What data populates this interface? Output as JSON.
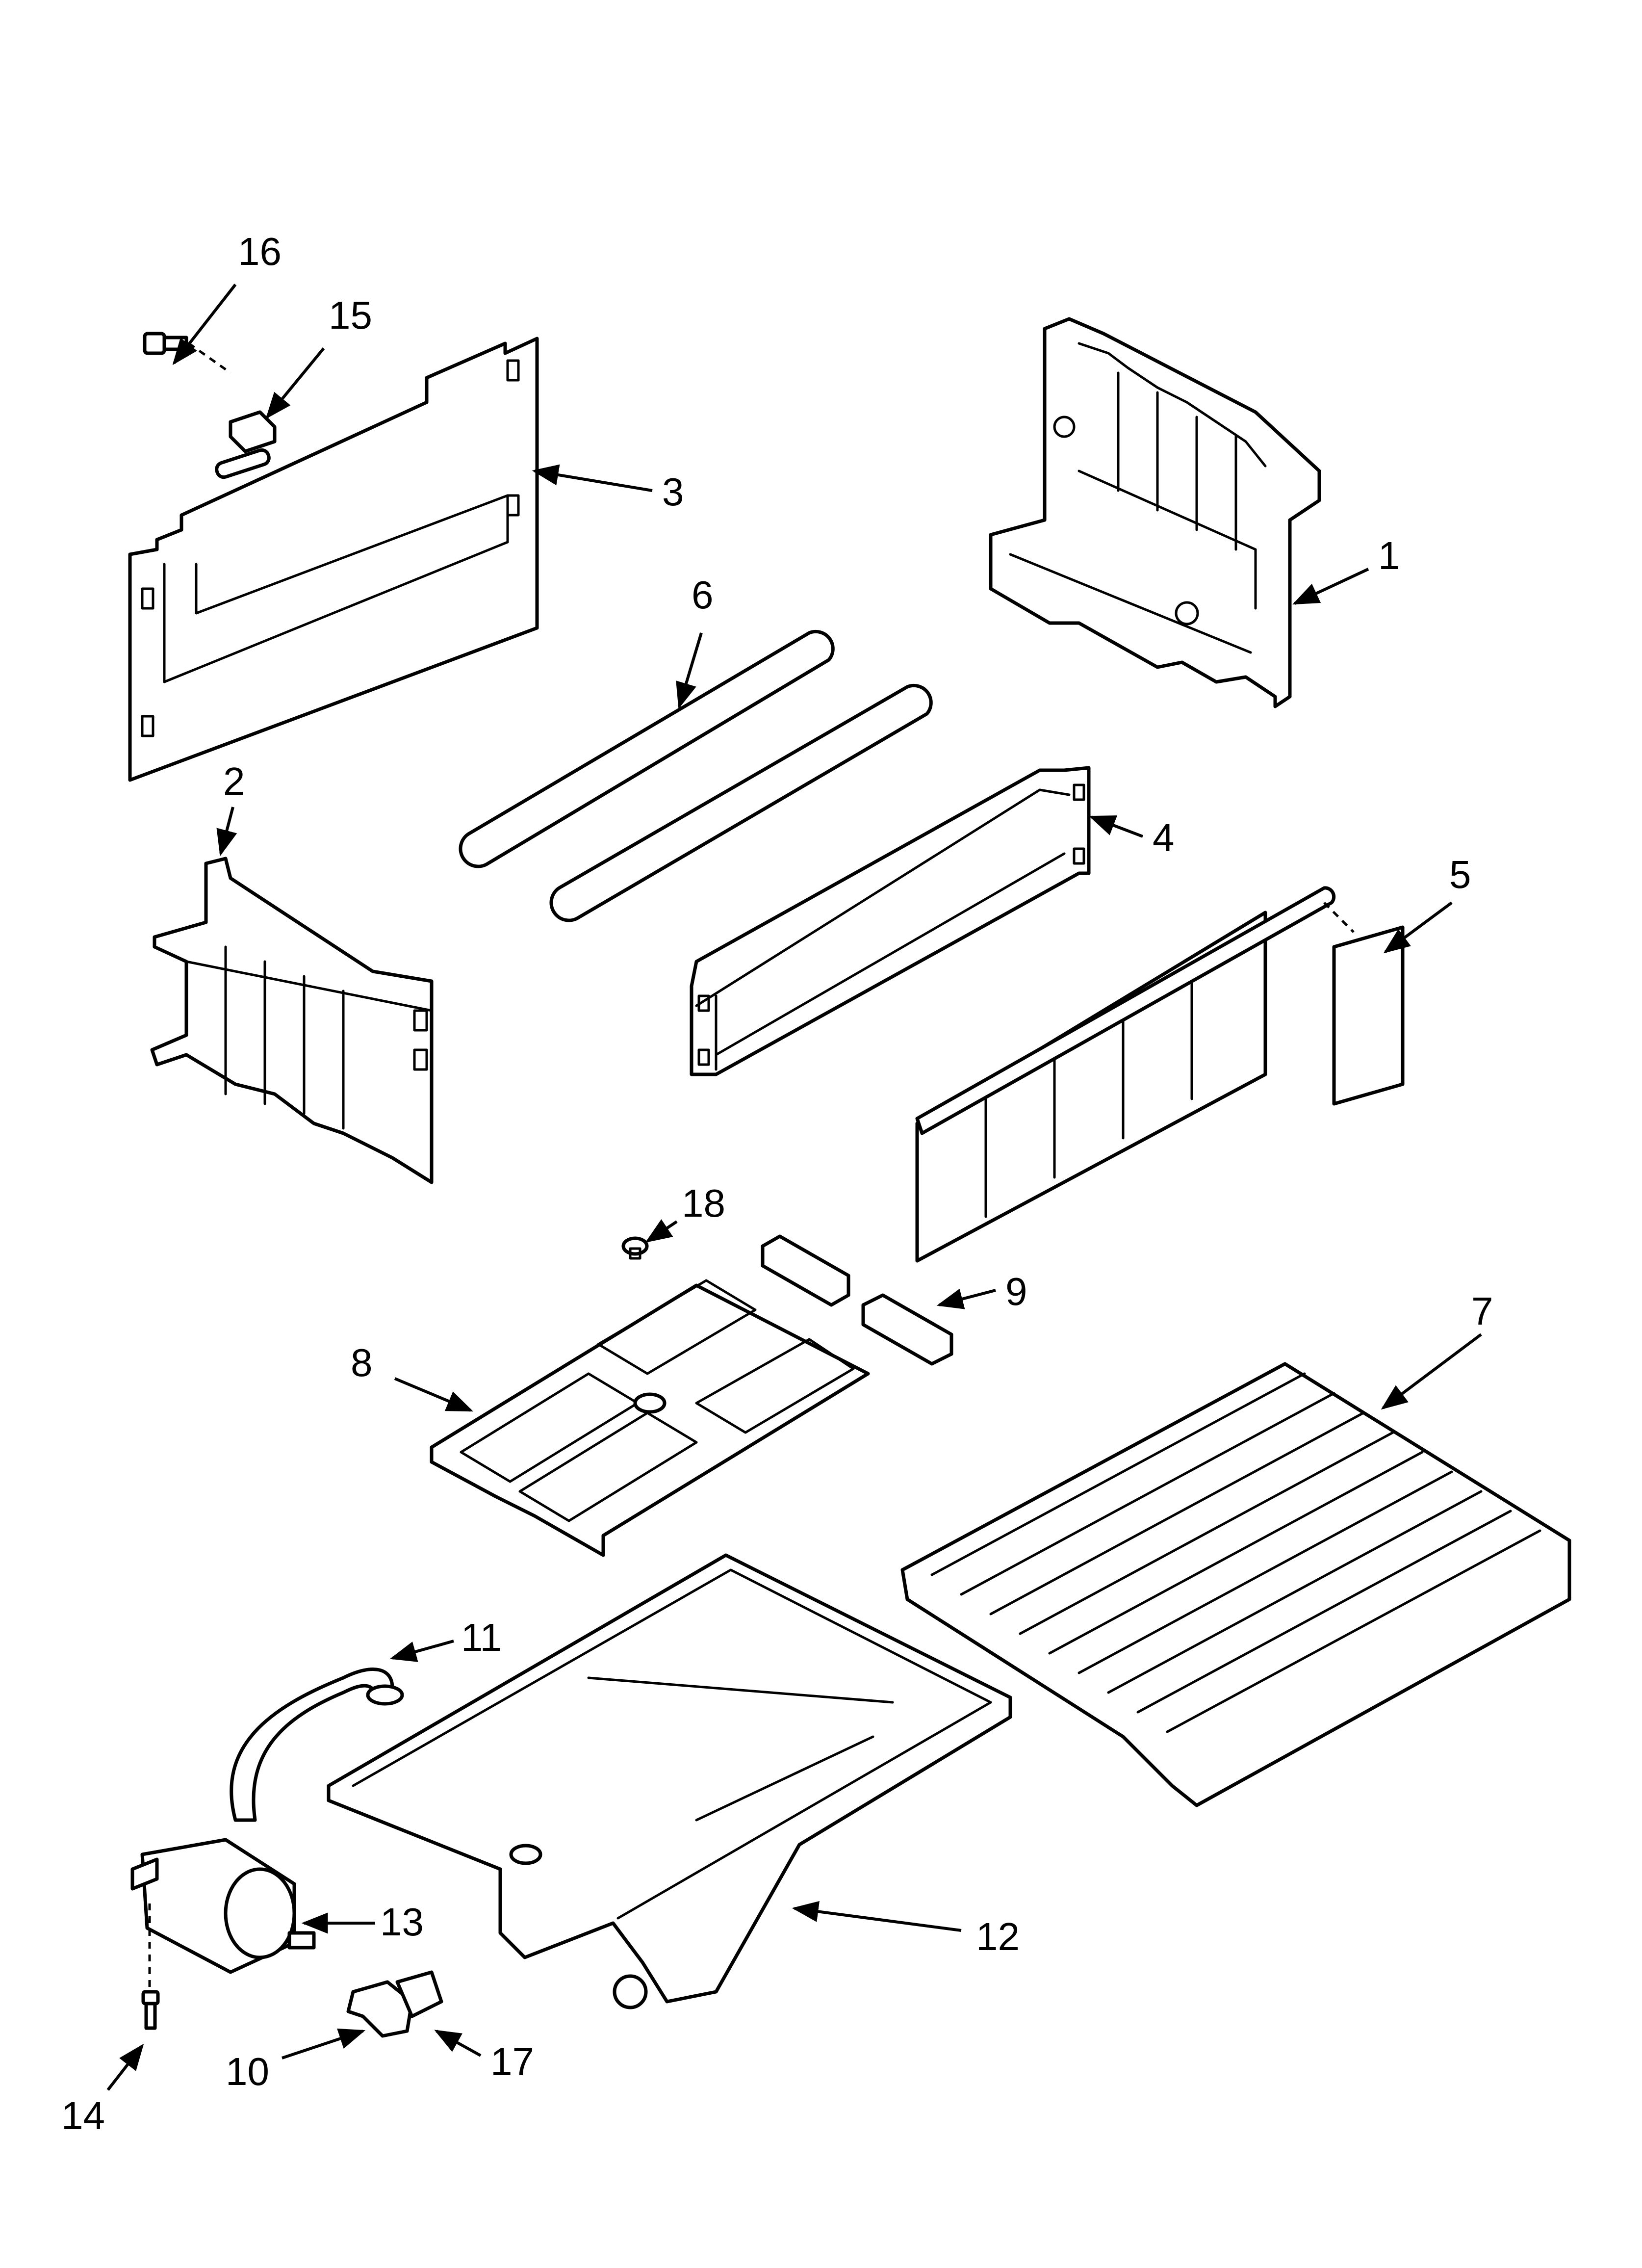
{
  "diagram": {
    "type": "exploded parts diagram",
    "callouts": [
      {
        "id": "1",
        "label": "1"
      },
      {
        "id": "2",
        "label": "2"
      },
      {
        "id": "3",
        "label": "3"
      },
      {
        "id": "4",
        "label": "4"
      },
      {
        "id": "5",
        "label": "5"
      },
      {
        "id": "6",
        "label": "6"
      },
      {
        "id": "7",
        "label": "7"
      },
      {
        "id": "8",
        "label": "8"
      },
      {
        "id": "9",
        "label": "9"
      },
      {
        "id": "10",
        "label": "10"
      },
      {
        "id": "11",
        "label": "11"
      },
      {
        "id": "12",
        "label": "12"
      },
      {
        "id": "13",
        "label": "13"
      },
      {
        "id": "14",
        "label": "14"
      },
      {
        "id": "15",
        "label": "15"
      },
      {
        "id": "16",
        "label": "16"
      },
      {
        "id": "17",
        "label": "17"
      },
      {
        "id": "18",
        "label": "18"
      }
    ]
  }
}
